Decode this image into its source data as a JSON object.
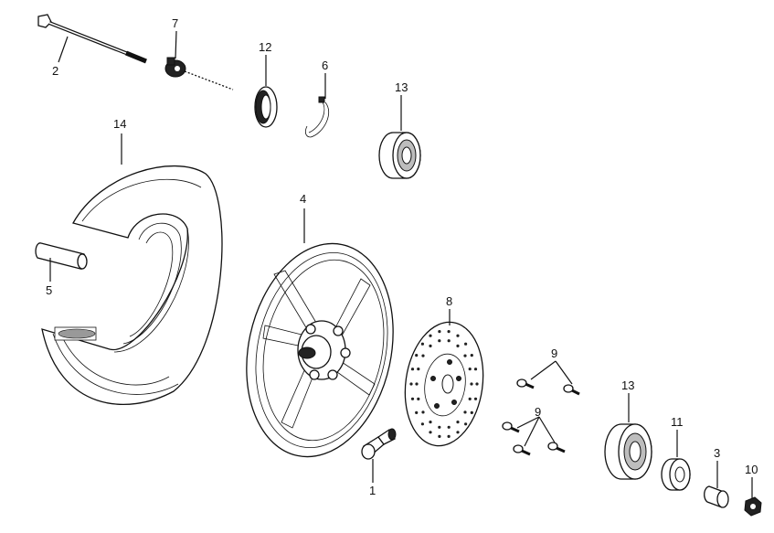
{
  "labels": {
    "p1": "1",
    "p2": "2",
    "p3": "3",
    "p4": "4",
    "p5": "5",
    "p6": "6",
    "p7": "7",
    "p8": "8",
    "p9a": "9",
    "p9b": "9",
    "p10": "10",
    "p11": "11",
    "p12": "12",
    "p13a": "13",
    "p13b": "13",
    "p14": "14"
  }
}
